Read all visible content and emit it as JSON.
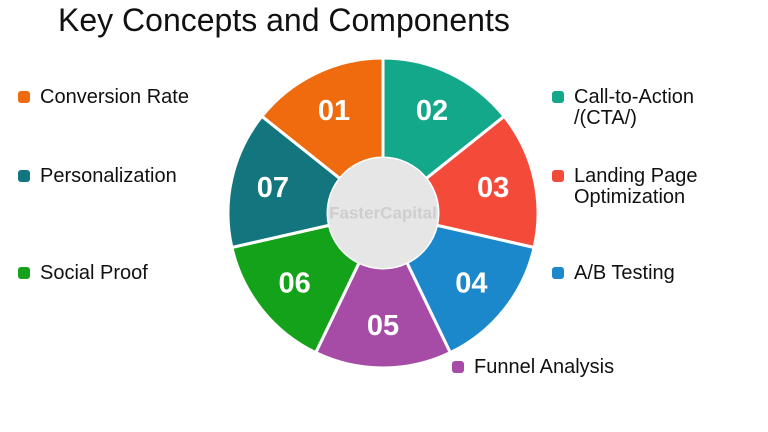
{
  "title": "Key Concepts and Components",
  "watermark": "FasterCapital",
  "segments": [
    {
      "number": "01",
      "label": "Conversion Rate",
      "color": "#f06a0e"
    },
    {
      "number": "02",
      "label": "Call-to-Action\n/(CTA/)",
      "color": "#14a88b"
    },
    {
      "number": "03",
      "label": "Landing Page\nOptimization",
      "color": "#f44a3a"
    },
    {
      "number": "04",
      "label": "A/B Testing",
      "color": "#1c88cc"
    },
    {
      "number": "05",
      "label": "Funnel Analysis",
      "color": "#a64ca7"
    },
    {
      "number": "06",
      "label": "Social Proof",
      "color": "#14a21a"
    },
    {
      "number": "07",
      "label": "Personalization",
      "color": "#13767e"
    }
  ],
  "center_color": "#e6e6e6"
}
